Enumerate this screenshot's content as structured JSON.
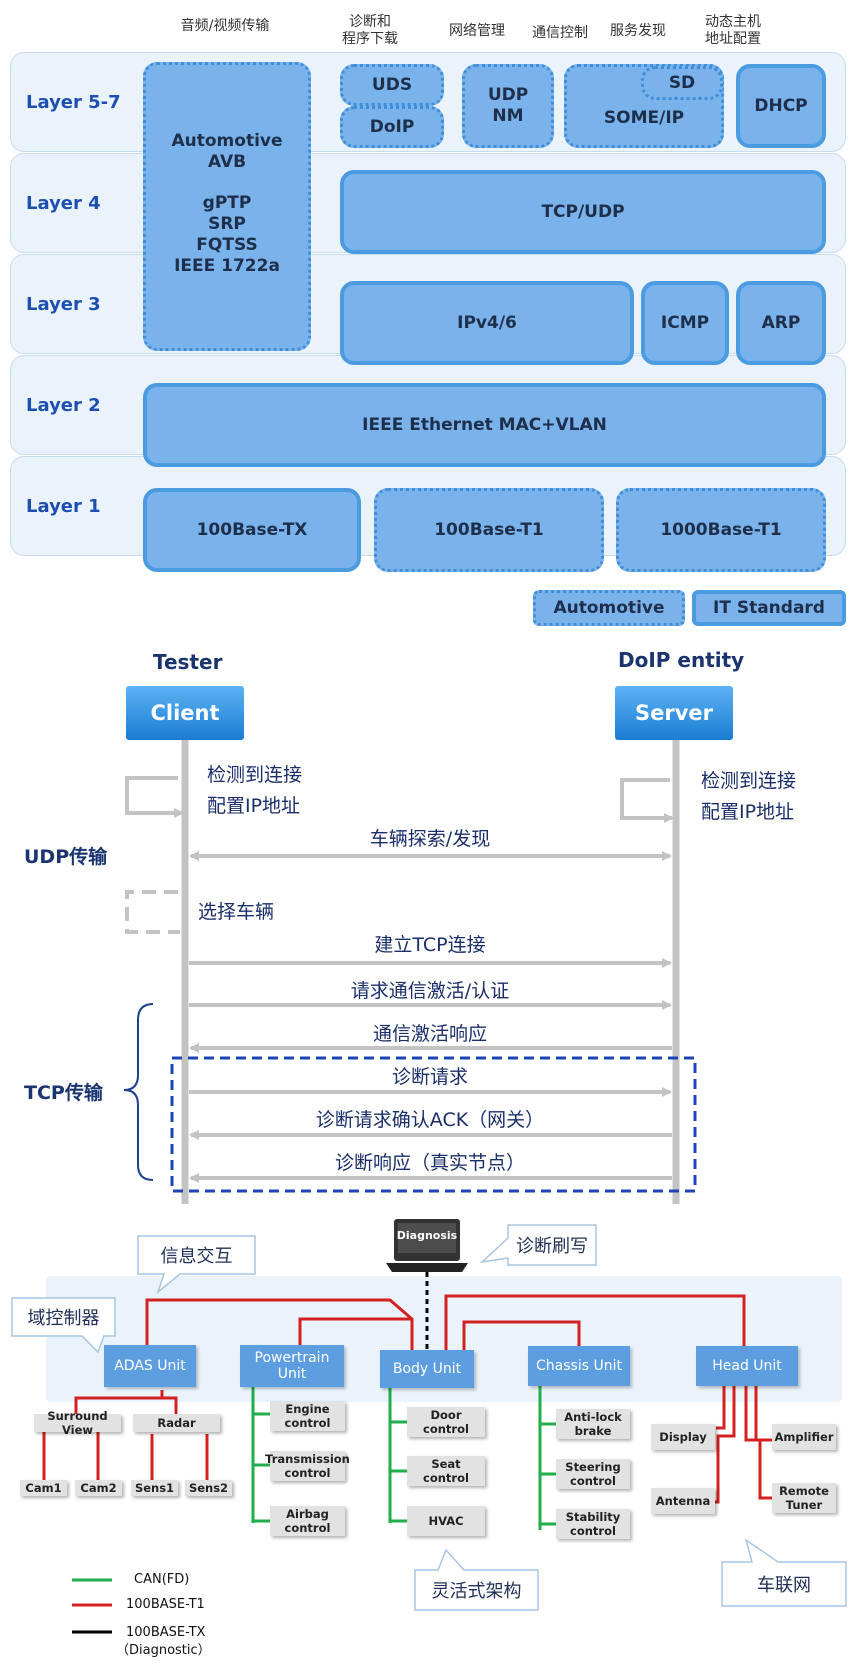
{
  "stack": {
    "column_headers": [
      "音频/视频传输",
      "诊断和",
      "程序下载",
      "网络管理",
      "通信控制",
      "服务发现",
      "动态主机",
      "地址配置"
    ],
    "layers": [
      "Layer 5-7",
      "Layer 4",
      "Layer 3",
      "Layer 2",
      "Layer 1"
    ],
    "avb": {
      "line1": "Automotive",
      "line2": "AVB",
      "line3": "gPTP",
      "line4": "SRP",
      "line5": "FQTSS",
      "line6": "IEEE 1722a"
    },
    "blocks": {
      "uds": "UDS",
      "doip": "DoIP",
      "udp_nm_1": "UDP",
      "udp_nm_2": "NM",
      "sd": "SD",
      "someip": "SOME/IP",
      "dhcp": "DHCP",
      "tcp_udp": "TCP/UDP",
      "ipv46": "IPv4/6",
      "icmp": "ICMP",
      "arp": "ARP",
      "mac": "IEEE Ethernet MAC+VLAN",
      "tx100": "100Base-TX",
      "t1_100": "100Base-T1",
      "t1_1000": "1000Base-T1"
    },
    "legend": {
      "automotive": "Automotive",
      "it": "IT Standard"
    }
  },
  "sequence": {
    "tester": "Tester",
    "doip_entity": "DoIP entity",
    "client": "Client",
    "server": "Server",
    "client_self_1": "检测到连接",
    "client_self_2": "配置IP地址",
    "server_self_1": "检测到连接",
    "server_self_2": "配置IP地址",
    "udp_label": "UDP传输",
    "tcp_label": "TCP传输",
    "select_vehicle": "选择车辆",
    "messages": [
      "车辆探索/发现",
      "建立TCP连接",
      "请求通信激活/认证",
      "通信激活响应",
      "诊断请求",
      "诊断请求确认ACK（网关）",
      "诊断响应（真实节点）"
    ]
  },
  "architecture": {
    "diagnosis": "Diagnosis",
    "callouts": {
      "info": "信息交互",
      "flash": "诊断刷写",
      "domain": "域控制器",
      "flexible": "灵活式架构",
      "iov": "车联网"
    },
    "units": {
      "adas": "ADAS Unit",
      "powertrain": "Powertrain Unit",
      "body": "Body Unit",
      "chassis": "Chassis Unit",
      "head": "Head Unit"
    },
    "subs": {
      "surround": "Surround View",
      "radar": "Radar",
      "cam1": "Cam1",
      "cam2": "Cam2",
      "sens1": "Sens1",
      "sens2": "Sens2",
      "engine": "Engine control",
      "transmission": "Transmission control",
      "airbag": "Airbag control",
      "door": "Door control",
      "seat": "Seat control",
      "hvac": "HVAC",
      "abs": "Anti-lock brake",
      "steering": "Steering control",
      "stability": "Stability control",
      "display": "Display",
      "antenna": "Antenna",
      "amplifier": "Amplifier",
      "tuner": "Remote Tuner"
    },
    "legend": {
      "can": "CAN(FD)",
      "t1": "100BASE-T1",
      "tx": "100BASE-TX",
      "tx_note": "（Diagnostic）"
    },
    "colors": {
      "can": "#1fae4b",
      "t1": "#d42020",
      "tx": "#000000",
      "unit": "#5d9ee1"
    }
  }
}
